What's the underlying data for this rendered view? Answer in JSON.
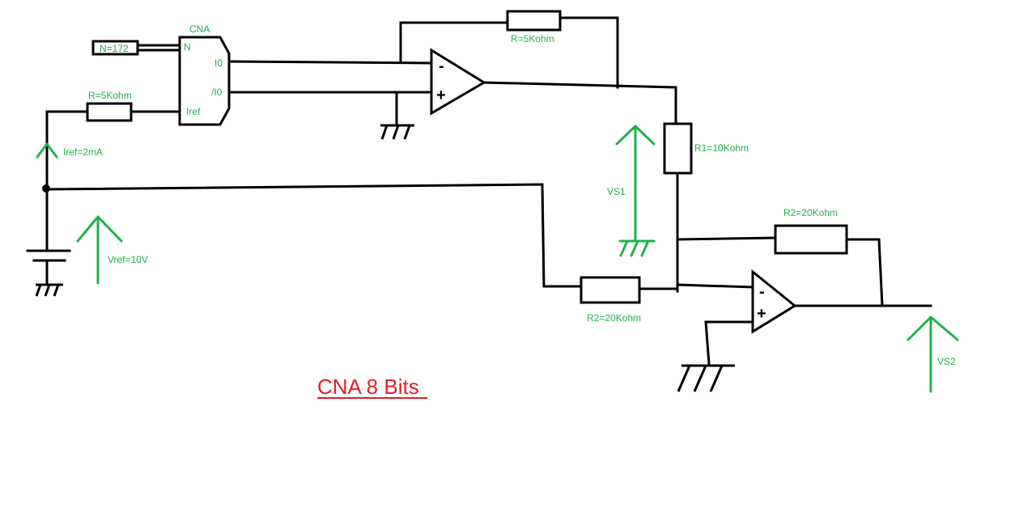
{
  "colors": {
    "wire": "#000000",
    "label": "#22b04a",
    "title": "#e0202a"
  },
  "title": "CNA 8 Bits",
  "labels": {
    "cna": "CNA",
    "n_value": "N=172",
    "n_pin": "N",
    "pin_i0": "I0",
    "pin_not_i0": "/I0",
    "pin_iref": "Iref",
    "r_iref": "R=5Kohm",
    "r_feedback": "R=5Kohm",
    "iref": "Iref=2mA",
    "vref": "Vref=10V",
    "vs1": "VS1",
    "r1": "R1=10Kohm",
    "r2_top": "R2=20Kohm",
    "r2_bottom": "R2=20Kohm",
    "vs2": "VS2",
    "minus": "-",
    "plus": "+"
  }
}
